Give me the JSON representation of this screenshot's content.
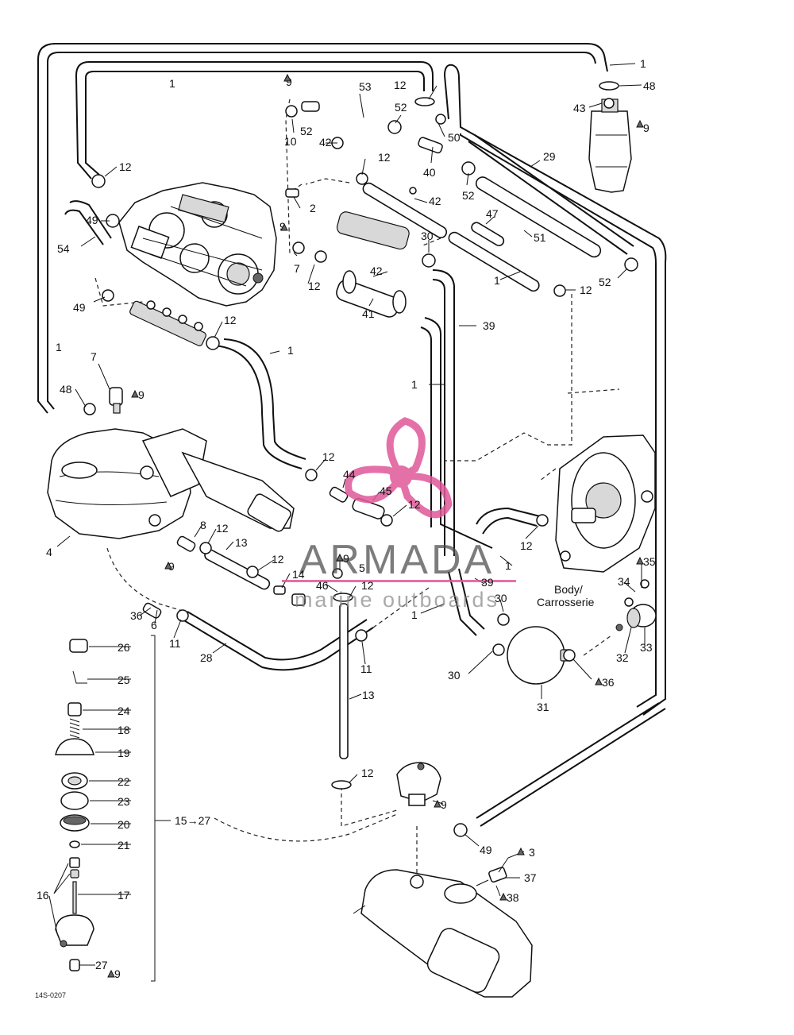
{
  "diagram": {
    "callouts": {
      "c1a": "1",
      "c1b": "1",
      "c1c": "1",
      "c1d": "1",
      "c1e": "1",
      "c1f": "1",
      "c1g": "1",
      "c1h": "1",
      "c1i": "1",
      "c48a": "48",
      "c43": "43",
      "c9a": "9",
      "c9b": "9",
      "c9c": "9",
      "c9d": "9",
      "c9e": "9",
      "c9f": "9",
      "c9g": "9",
      "c9h": "9",
      "c12a": "12",
      "c12b": "12",
      "c12c": "12",
      "c12d": "12",
      "c12e": "12",
      "c12f": "12",
      "c12g": "12",
      "c12h": "12",
      "c12i": "12",
      "c12j": "12",
      "c12k": "12",
      "c12l": "12",
      "c12m": "12",
      "c53": "53",
      "c52a": "52",
      "c52b": "52",
      "c52c": "52",
      "c52d": "52",
      "c10": "10",
      "c42a": "42",
      "c42b": "42",
      "c42c": "42",
      "c50": "50",
      "c40": "40",
      "c29": "29",
      "c2": "2",
      "c47": "47",
      "c51": "51",
      "c49a": "49",
      "c49b": "49",
      "c49c": "49",
      "c54": "54",
      "c30a": "30",
      "c30b": "30",
      "c30c": "30",
      "c7a": "7",
      "c7b": "7",
      "c41": "41",
      "c39a": "39",
      "c39b": "39",
      "c48b": "48",
      "c44": "44",
      "c45": "45",
      "c4": "4",
      "c8": "8",
      "c13a": "13",
      "c13b": "13",
      "c5": "5",
      "c14": "14",
      "c46": "46",
      "c35": "35",
      "c34": "34",
      "body_label": "Body/",
      "carrosserie_label": "Carrosserie",
      "c32": "32",
      "c33": "33",
      "c36a": "36",
      "c6": "6",
      "c11a": "11",
      "c11b": "11",
      "c28": "28",
      "c31": "31",
      "c36b": "36",
      "c26": "26",
      "c25": "25",
      "c24": "24",
      "c18": "18",
      "c19": "19",
      "c22": "22",
      "c23": "23",
      "c20": "20",
      "c21": "21",
      "c15to27": "15→27",
      "c16": "16",
      "c17": "17",
      "c27": "27",
      "c3": "3",
      "c37": "37",
      "c38": "38"
    },
    "figure_ref": "14S-0207"
  },
  "watermark": {
    "brand": "ARMADA",
    "tagline": "marine outboards",
    "pink": "#e0589a",
    "text_color": "#4a4a4a"
  }
}
